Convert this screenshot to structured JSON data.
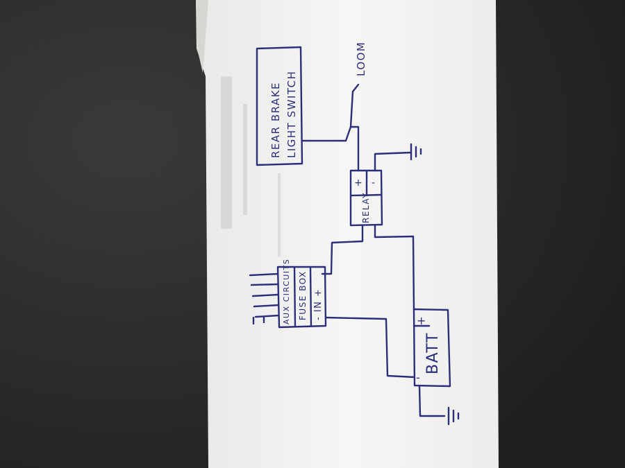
{
  "diagram": {
    "switch_label_line1": "REAR BRAKE",
    "switch_label_line2": "LIGHT SWITCH",
    "loom_label": "LOOM",
    "relay_label": "RELAY",
    "relay_plus": "+",
    "relay_minus": "-",
    "aux_label": "AUX CIRCUITS",
    "fusebox_label": "FUSE BOX",
    "fusebox_input": "- IN +",
    "batt_label": "BATT",
    "batt_plus": "+",
    "batt_minus": "-"
  },
  "colors": {
    "ink": "#2b2f7a",
    "paper": "#f4f4f2",
    "table": "#2b2b2a"
  }
}
